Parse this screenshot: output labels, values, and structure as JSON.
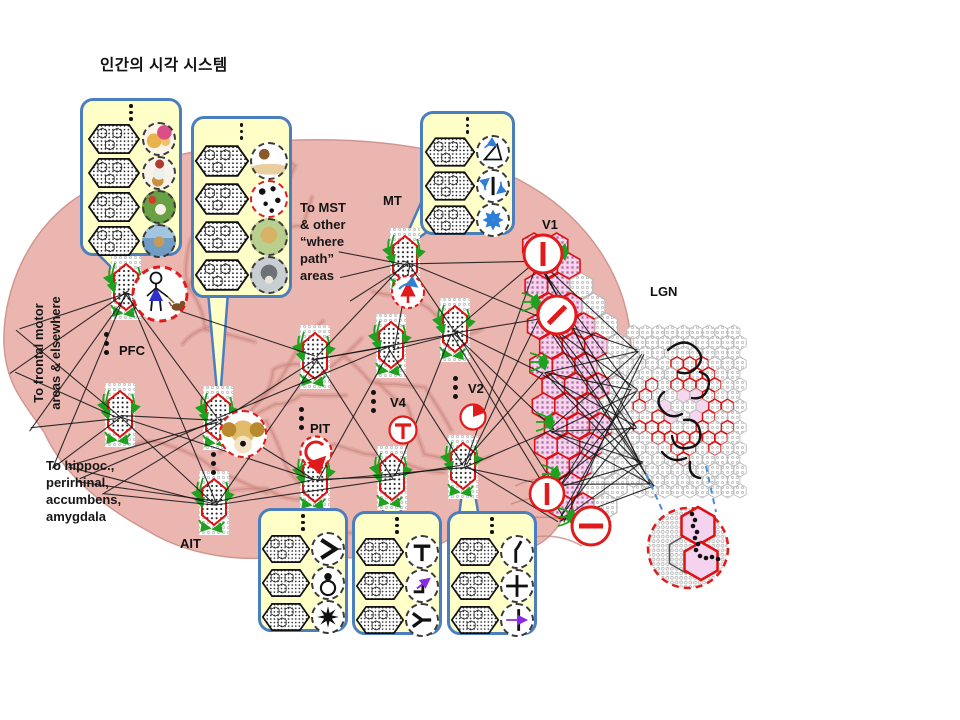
{
  "title": "인간의 시각 시스템",
  "regions": {
    "pfc": {
      "label": "PFC"
    },
    "ait": {
      "label": "AIT"
    },
    "pit": {
      "label": "PIT"
    },
    "v4": {
      "label": "V4"
    },
    "v2": {
      "label": "V2"
    },
    "v1": {
      "label": "V1"
    },
    "mt": {
      "label": "MT"
    },
    "lgn": {
      "label": "LGN"
    }
  },
  "annotations": {
    "to_frontal": "To frontal motor\nareas &  elsewhere",
    "to_hippocampus": "To hippoc.,\nperirhinal,\naccumbens,\namygdala",
    "to_mst": "To MST\n& other\n“where\npath”\nareas"
  },
  "callouts": {
    "pfc_examples": {
      "rows": [
        {
          "icon": "girl-with-dog-photo"
        },
        {
          "icon": "person-with-dog-photo"
        },
        {
          "icon": "dog-frisbee-grass-photo"
        },
        {
          "icon": "dog-in-water-photo"
        }
      ]
    },
    "ait_examples": {
      "rows": [
        {
          "icon": "cartoon-dog-with-bone"
        },
        {
          "icon": "dalmatian-dog-highlighted"
        },
        {
          "icon": "labrador-dog-photo"
        },
        {
          "icon": "wolf-photo"
        }
      ]
    },
    "mt_examples": {
      "rows": [
        {
          "icon": "rotating-triangle-motion"
        },
        {
          "icon": "rocking-bar-motion"
        },
        {
          "icon": "radial-expansion-motion"
        }
      ]
    },
    "pit_examples": {
      "rows": [
        {
          "icon": "angle-junction-feature"
        },
        {
          "icon": "circle-pair-feature"
        },
        {
          "icon": "star-feature"
        }
      ]
    },
    "v4_examples": {
      "rows": [
        {
          "icon": "t-junction-feature"
        },
        {
          "icon": "corner-with-arrow-feature"
        },
        {
          "icon": "y-junction-feature"
        }
      ]
    },
    "v2_examples": {
      "rows": [
        {
          "icon": "curved-line-feature"
        },
        {
          "icon": "cross-junction-feature"
        },
        {
          "icon": "moving-line-feature"
        }
      ]
    }
  },
  "colors": {
    "callout_fill": "#ffffc8",
    "callout_border": "#4a7ebc",
    "highlight_red": "#e01b1b",
    "arrow_green": "#1fa11f",
    "arrow_blue": "#2f7fd6",
    "arrow_purple": "#8a2be2",
    "brain_pink": "#ecb6b0",
    "hex_pink": "#f6d3ee"
  }
}
